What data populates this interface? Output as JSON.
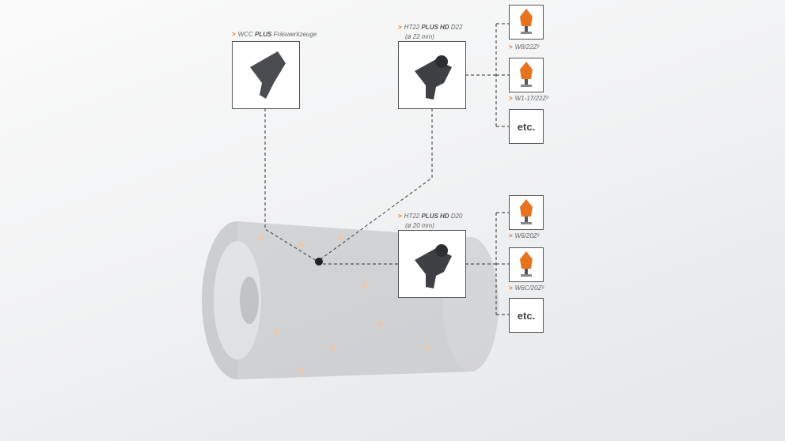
{
  "holders": [
    {
      "prefix": "WCC ",
      "bold": "PLUS",
      "suffix": " Fräswerkzeuge",
      "line2": ""
    },
    {
      "prefix": "HT22 ",
      "bold": "PLUS HD",
      "suffix": " D22",
      "line2": "(ø 22 mm)"
    },
    {
      "prefix": "HT22 ",
      "bold": "PLUS HD",
      "suffix": " D20",
      "line2": "(ø 20 mm)"
    }
  ],
  "picks_d22": [
    "W8/22Z²",
    "W1-17/22Z²"
  ],
  "picks_d20": [
    "W6/20Z²",
    "W6C/20Z²"
  ],
  "etc_label": "etc.",
  "arrow": ">",
  "colors": {
    "accent": "#e8731e",
    "line": "#555555"
  }
}
